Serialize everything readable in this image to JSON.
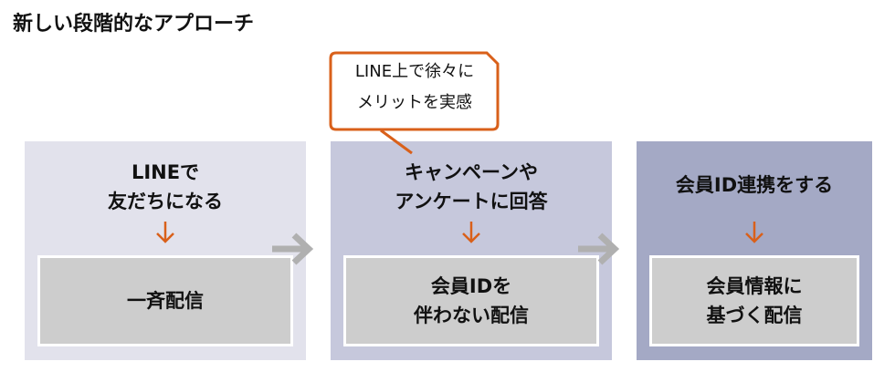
{
  "title": "新しい段階的なアプローチ",
  "callout": "LINE上で徐々に\nメリットを実感",
  "steps": [
    {
      "heading": "LINEで\n友だちになる",
      "result": "一斉配信"
    },
    {
      "heading": "キャンペーンや\nアンケートに回答",
      "result": "会員IDを\n伴わない配信"
    },
    {
      "heading": "会員ID連携をする",
      "result": "会員情報に\n基づく配信"
    }
  ],
  "colors": {
    "accent": "#d9601a",
    "arrow": "#b0b0b0"
  }
}
